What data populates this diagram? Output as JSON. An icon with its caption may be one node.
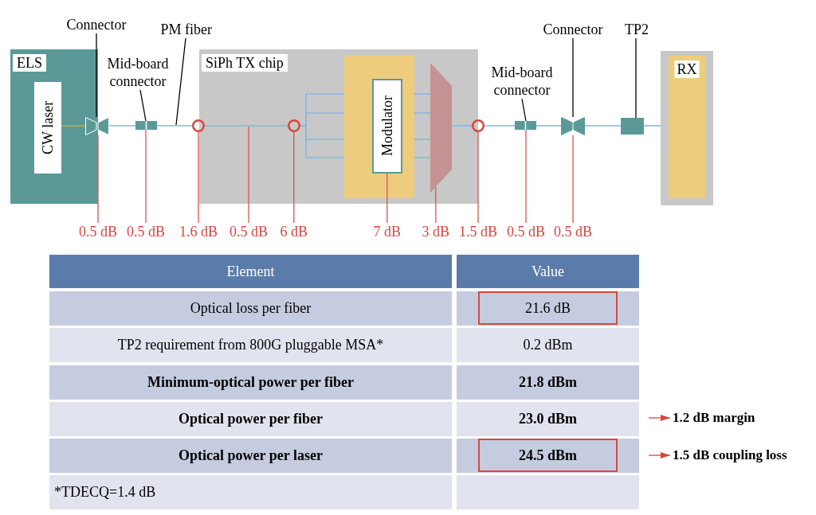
{
  "diagram": {
    "nodes": [
      {
        "text": [
          "ELS"
        ]
      },
      {
        "text": [
          "CW laser"
        ],
        "in": 0
      },
      {
        "text": [],
        "shape": "bowtie"
      },
      {
        "text": [],
        "shape": "box"
      },
      {
        "text": [
          "SiPh TX chip"
        ]
      },
      {
        "text": [],
        "shape": "circle"
      },
      {
        "text": [],
        "shape": "circle",
        "in": 4
      },
      {
        "text": [],
        "shape": "box",
        "in": 4
      },
      {
        "text": [
          "Modulator"
        ],
        "in": 7
      },
      {
        "text": [],
        "shape": "trapezoid",
        "in": 4
      },
      {
        "text": [],
        "shape": "circle"
      },
      {
        "text": [],
        "shape": "box"
      },
      {
        "text": [],
        "shape": "bowtie"
      },
      {
        "text": [],
        "shape": "box"
      },
      {
        "text": [
          "RX"
        ]
      },
      {
        "text": [
          "Connector"
        ]
      },
      {
        "text": [
          "Mid-board connector"
        ]
      },
      {
        "text": [
          "PM fiber"
        ]
      },
      {
        "text": [
          "Connector"
        ]
      },
      {
        "text": [
          "Mid-board connector"
        ]
      },
      {
        "text": [
          "TP2"
        ]
      },
      {
        "text": [
          "0.5 dB"
        ]
      },
      {
        "text": [
          "0.5 dB"
        ]
      },
      {
        "text": [
          "1.6 dB"
        ]
      },
      {
        "text": [
          "0.5 dB"
        ]
      },
      {
        "text": [
          "6 dB"
        ]
      },
      {
        "text": [
          "7 dB"
        ]
      },
      {
        "text": [
          "3 dB"
        ]
      },
      {
        "text": [
          "1.5 dB"
        ]
      },
      {
        "text": [
          "0.5 dB"
        ]
      },
      {
        "text": [
          "0.5 dB"
        ]
      },
      {
        "text": [
          "1.2 dB margin"
        ]
      },
      {
        "text": [
          "1.5 dB coupling loss"
        ]
      }
    ],
    "edges": [
      {
        "from": 1,
        "to": 2,
        "arrow": "none",
        "color": "#c9a43c"
      },
      {
        "from": 2,
        "to": 3,
        "arrow": "none"
      },
      {
        "from": 3,
        "to": 5,
        "arrow": "none"
      },
      {
        "from": 5,
        "to": 6,
        "arrow": "none"
      },
      {
        "from": 6,
        "to": 7,
        "arrow": "none"
      },
      {
        "from": 6,
        "to": 7,
        "arrow": "none"
      },
      {
        "from": 6,
        "to": 7,
        "arrow": "none"
      },
      {
        "from": 6,
        "to": 7,
        "arrow": "none"
      },
      {
        "from": 7,
        "to": 9,
        "arrow": "none"
      },
      {
        "from": 7,
        "to": 9,
        "arrow": "none"
      },
      {
        "from": 7,
        "to": 9,
        "arrow": "none"
      },
      {
        "from": 7,
        "to": 9,
        "arrow": "none"
      },
      {
        "from": 9,
        "to": 10,
        "arrow": "none"
      },
      {
        "from": 10,
        "to": 11,
        "arrow": "none"
      },
      {
        "from": 11,
        "to": 12,
        "arrow": "none"
      },
      {
        "from": 12,
        "to": 13,
        "arrow": "none"
      },
      {
        "from": 13,
        "to": 14,
        "arrow": "none"
      },
      {
        "from": 15,
        "to": 2,
        "arrow": "none",
        "color": "#000000"
      },
      {
        "from": 16,
        "to": 3,
        "arrow": "none",
        "color": "#000000"
      },
      {
        "from": 17,
        "to": null,
        "arrow": "none",
        "color": "#000000"
      },
      {
        "from": 18,
        "to": 12,
        "arrow": "none",
        "color": "#000000"
      },
      {
        "from": 19,
        "to": 11,
        "arrow": "none",
        "color": "#000000"
      },
      {
        "from": 20,
        "to": 13,
        "arrow": "none",
        "color": "#000000"
      },
      {
        "from": 21,
        "to": 2,
        "arrow": "none",
        "color": "#d9534f"
      },
      {
        "from": 22,
        "to": 3,
        "arrow": "none",
        "color": "#d9534f"
      },
      {
        "from": 23,
        "to": 5,
        "arrow": "none",
        "color": "#d9534f"
      },
      {
        "from": 24,
        "to": null,
        "arrow": "none",
        "color": "#d9534f"
      },
      {
        "from": 25,
        "to": 6,
        "arrow": "none",
        "color": "#d9534f"
      },
      {
        "from": 26,
        "to": 8,
        "arrow": "none",
        "color": "#d9534f"
      },
      {
        "from": 27,
        "to": 9,
        "arrow": "none",
        "color": "#d9534f"
      },
      {
        "from": 28,
        "to": 10,
        "arrow": "none",
        "color": "#d9534f"
      },
      {
        "from": 29,
        "to": 11,
        "arrow": "none",
        "color": "#d9534f"
      },
      {
        "from": 30,
        "to": 12,
        "arrow": "none",
        "color": "#d9534f"
      },
      {
        "from": null,
        "to": 31,
        "arrow": "to",
        "color": "#d9463e"
      },
      {
        "from": null,
        "to": 32,
        "arrow": "to",
        "color": "#d9463e"
      }
    ],
    "labels": [
      "Element",
      "Value",
      "Optical loss per fiber",
      "21.6 dB",
      "TP2 requirement from 800G pluggable MSA*",
      "0.2 dBm",
      "Minimum-optical power per fiber",
      "21.8 dBm",
      "Optical power per fiber",
      "23.0 dBm",
      "Optical power per laser",
      "24.5 dBm",
      "*TDECQ=1.4 dB"
    ]
  }
}
